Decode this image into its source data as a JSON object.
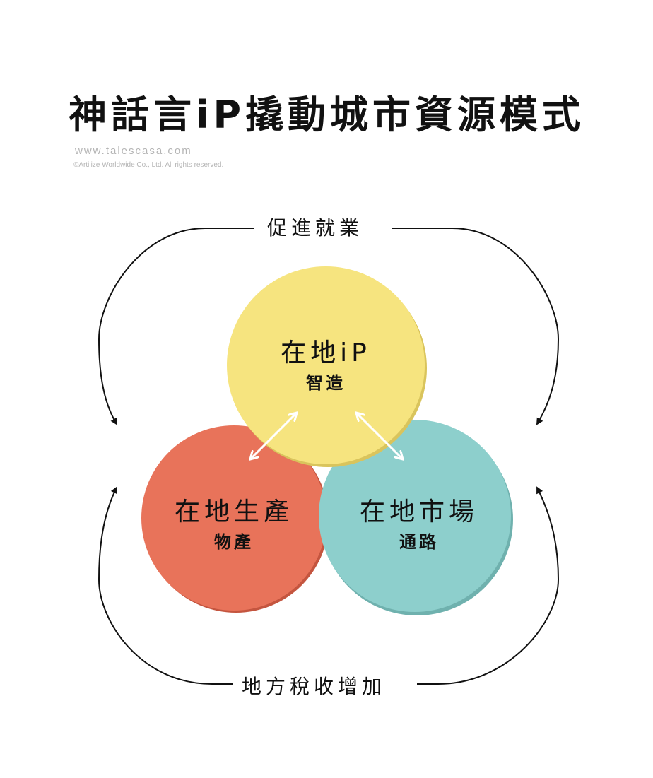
{
  "title": "神話言iP撬動城市資源模式",
  "website": "www.talescasa.com",
  "copyright": "©Artilize Worldwide Co., Ltd.  All rights reserved.",
  "circles": [
    {
      "title": "在地iP",
      "subtitle": "智造",
      "color": "#f6e47f"
    },
    {
      "title": "在地生產",
      "subtitle": "物產",
      "color": "#e8735a"
    },
    {
      "title": "在地市場",
      "subtitle": "通路",
      "color": "#8dcfcc"
    }
  ],
  "edges": {
    "top": "促進就業",
    "bottom": "地方稅收增加"
  }
}
